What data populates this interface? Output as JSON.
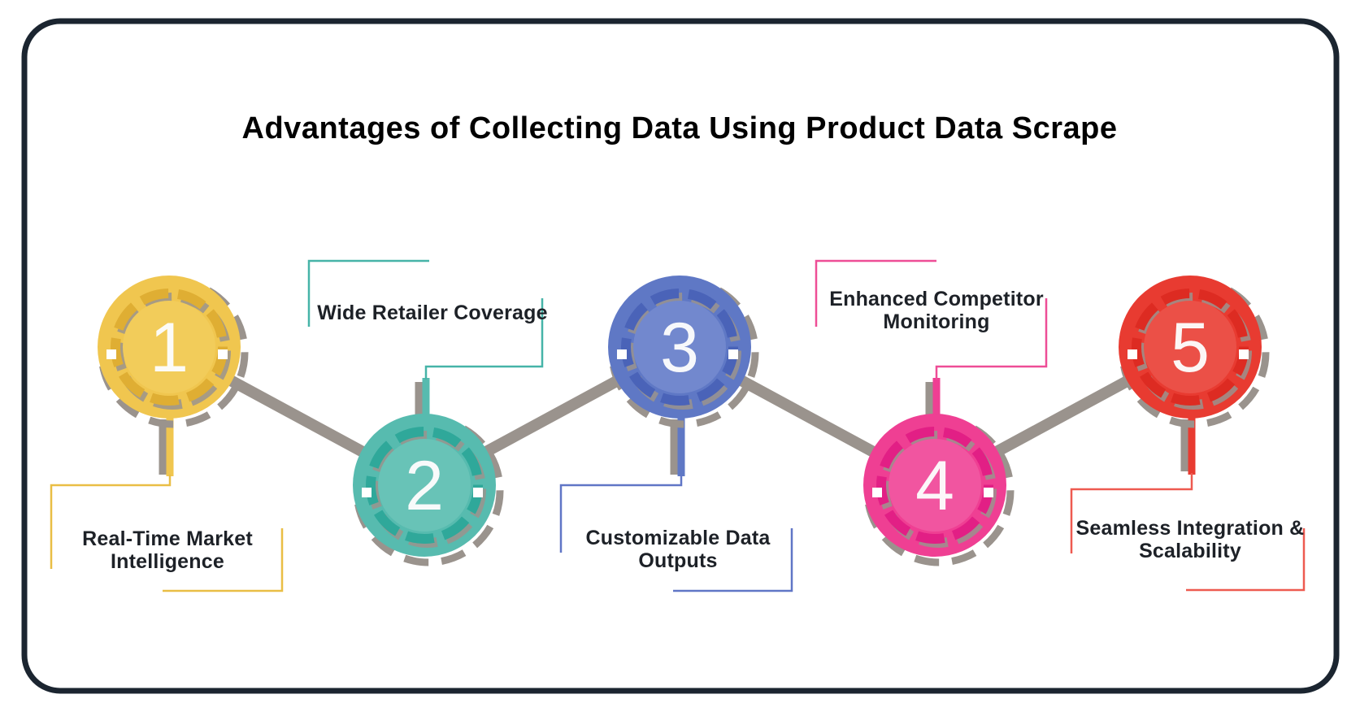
{
  "title": "Advantages of Collecting Data Using Product Data Scrape",
  "ui": {
    "background": "#FFFFFF",
    "border_color": "#1B2530",
    "title_color": "#010101",
    "label_color": "#1D2127",
    "number_color": "#FDFDFD",
    "connector_color": "#9A938D",
    "shadow_color": "#9A938D",
    "notch_color": "#FFFFFF"
  },
  "steps": [
    {
      "number": "1",
      "label": "Real-Time Market Intelligence",
      "label_lines": [
        "Real-Time Market",
        "Intelligence"
      ],
      "colors": {
        "main": "#F0C64F",
        "ring": "#DFAE33",
        "inner": "#F2CC5A",
        "line": "#E9BE45"
      }
    },
    {
      "number": "2",
      "label": "Wide Retailer Coverage",
      "label_lines": [
        "Wide Retailer Coverage"
      ],
      "colors": {
        "main": "#57BBAF",
        "ring": "#2FA89A",
        "inner": "#68C3B7",
        "line": "#46B4A8"
      }
    },
    {
      "number": "3",
      "label": "Customizable Data Outputs",
      "label_lines": [
        "Customizable Data",
        "Outputs"
      ],
      "colors": {
        "main": "#5F78C5",
        "ring": "#4A63B8",
        "inner": "#7288CE",
        "line": "#6076C6"
      }
    },
    {
      "number": "4",
      "label": "Enhanced Competitor Monitoring",
      "label_lines": [
        "Enhanced Competitor",
        "Monitoring"
      ],
      "colors": {
        "main": "#EF3F93",
        "ring": "#E21F85",
        "inner": "#F155A0",
        "line": "#EE4D96"
      }
    },
    {
      "number": "5",
      "label": "Seamless Integration & Scalability",
      "label_lines": [
        "Seamless Integration &",
        "Scalability"
      ],
      "colors": {
        "main": "#E83B31",
        "ring": "#DD2B22",
        "inner": "#EB5047",
        "line": "#EE5A50"
      }
    }
  ]
}
